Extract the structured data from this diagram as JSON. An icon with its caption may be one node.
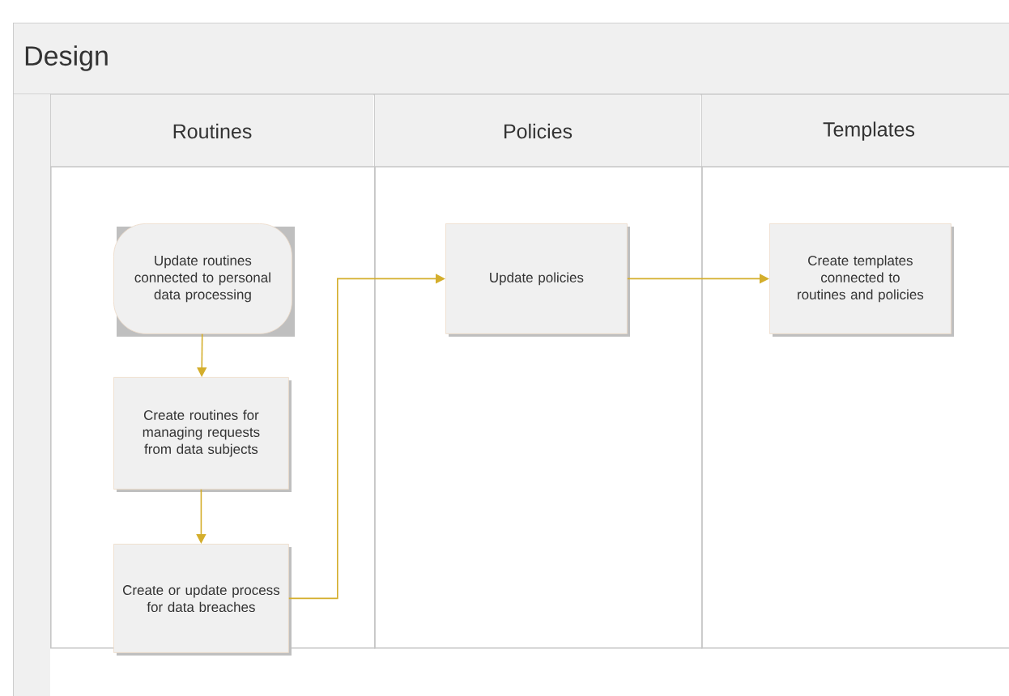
{
  "diagram": {
    "nodes": [
      {
        "text": [
          "Design"
        ]
      },
      {
        "text": [
          "Routines"
        ],
        "in": 0
      },
      {
        "text": [
          "Policies"
        ],
        "in": 0
      },
      {
        "text": [
          "Templates"
        ],
        "in": 0
      },
      {
        "text": [
          "Update routines connected to personal data processing"
        ],
        "in": 1
      },
      {
        "text": [
          "Create routines for managing requests from data subjects"
        ],
        "in": 1
      },
      {
        "text": [
          "Create or update process for data breaches"
        ],
        "in": 1
      },
      {
        "text": [
          "Update policies"
        ],
        "in": 2
      },
      {
        "text": [
          "Create templates connected to routines and policies"
        ],
        "in": 3
      }
    ],
    "edges": [
      {
        "from": 4,
        "to": 5,
        "arrow": "to"
      },
      {
        "from": 5,
        "to": 6,
        "arrow": "to"
      },
      {
        "from": 6,
        "to": 7,
        "arrow": "to"
      },
      {
        "from": 7,
        "to": 8,
        "arrow": "to"
      }
    ]
  }
}
